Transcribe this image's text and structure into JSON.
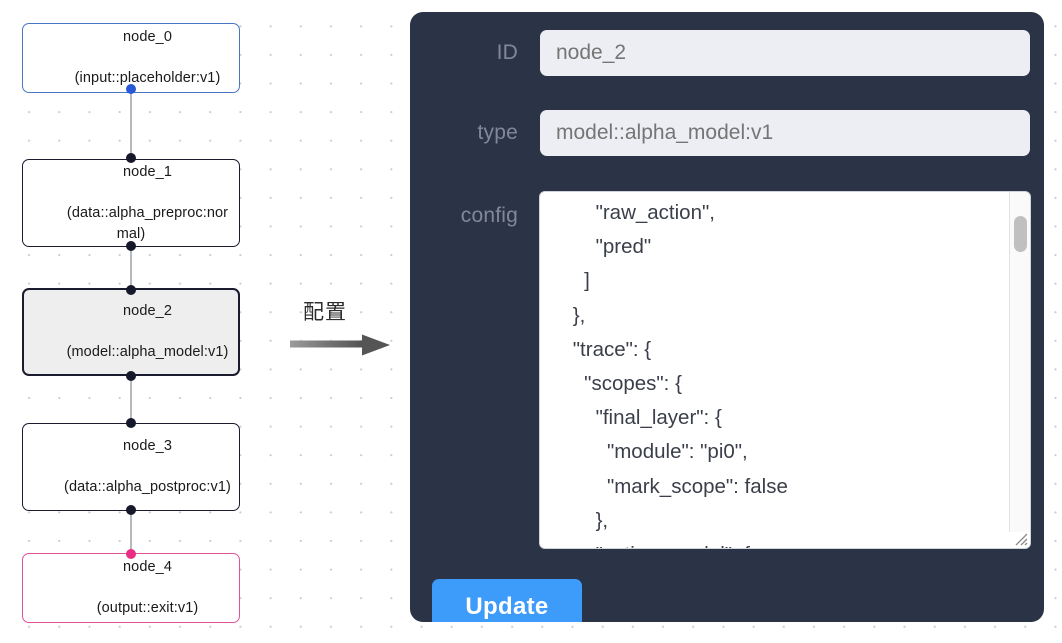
{
  "graph": {
    "nodes": [
      {
        "id": "node_0",
        "type": "(input::placeholder:v1)",
        "role": "input",
        "selected": false
      },
      {
        "id": "node_1",
        "type": "(data::alpha_preproc:normal)",
        "role": "default",
        "selected": false
      },
      {
        "id": "node_2",
        "type": "(model::alpha_model:v1)",
        "role": "default",
        "selected": true
      },
      {
        "id": "node_3",
        "type": "(data::alpha_postproc:v1)",
        "role": "default",
        "selected": false
      },
      {
        "id": "node_4",
        "type": "(output::exit:v1)",
        "role": "output",
        "selected": false
      }
    ],
    "edge_count": 4,
    "colors": {
      "input_border": "#4a77c4",
      "output_border": "#e0539b",
      "default_border": "#1b1b2f",
      "selected_fill": "#eeeeee",
      "edge": "#b6b8be",
      "handle": "#16182c",
      "handle_input": "#2858d8",
      "handle_output": "#ea2d84",
      "grid_dot": "#c9ccd6"
    }
  },
  "transition": {
    "label": "配置",
    "arrow_icon": "arrow-right-icon",
    "arrow_color": "#6d6d6d"
  },
  "panel": {
    "background": "#2b3446",
    "label_color": "#808899",
    "input_background": "#eceef4",
    "input_text_color": "#9aa0ab",
    "fields": {
      "id": {
        "label": "ID",
        "value": "node_2",
        "placeholder": "node_2"
      },
      "type": {
        "label": "type",
        "value": "model::alpha_model:v1",
        "placeholder": "model::alpha_model:v1"
      },
      "config": {
        "label": "config",
        "value": "        \"raw_action\",\n        \"pred\"\n      ]\n    },\n    \"trace\": {\n      \"scopes\": {\n        \"final_layer\": {\n          \"module\": \"pi0\",\n          \"mark_scope\": false\n        },\n        \"action_model\": {",
        "scrollbar": {
          "thumb_position": "near-top"
        },
        "resize_grip_icon": "resize-grip-icon"
      }
    },
    "update_button": {
      "label": "Update",
      "color": "#3d9bfa",
      "text_color": "#ffffff"
    }
  }
}
